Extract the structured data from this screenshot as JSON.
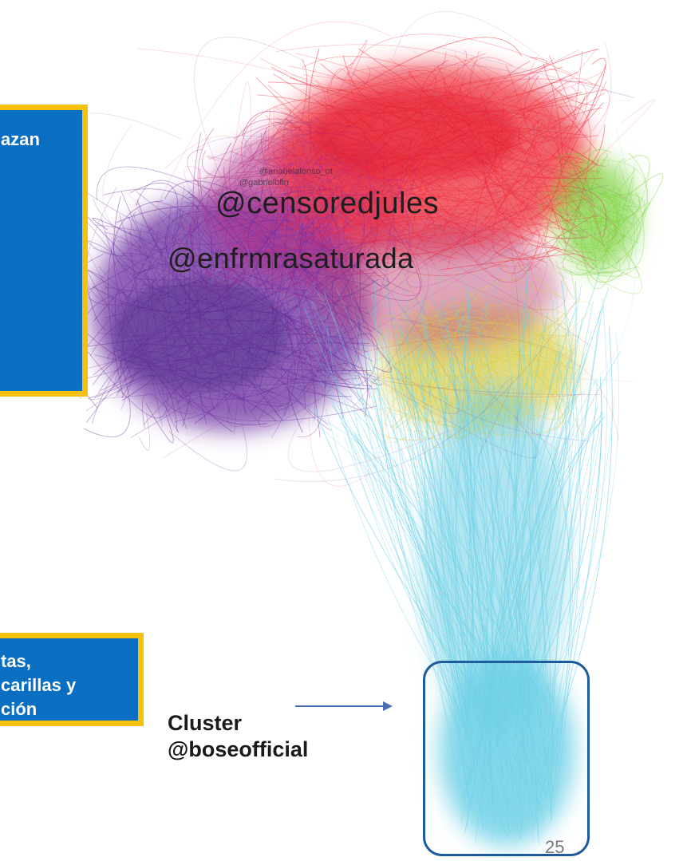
{
  "callouts": {
    "top": {
      "text": "azan",
      "background": "#0a6fc2",
      "border": "#f6c10a"
    },
    "bottom": {
      "lines": [
        "tas,",
        "carillas y",
        "ción"
      ],
      "background": "#0a6fc2",
      "border": "#f6c10a"
    }
  },
  "graph": {
    "handles": {
      "primary": "@censoredjules",
      "secondary": "@enfrmrasaturada"
    },
    "faint_handles": [
      "@anabelalonso_ot",
      "@gabrielofin"
    ],
    "cluster_colors": {
      "purple": "#6a2c9e",
      "magenta": "#b0308a",
      "red": "#ee2b3b",
      "green": "#7bd13a",
      "yellow": "#d9cf45",
      "cyan": "#6fd0e6"
    }
  },
  "cluster": {
    "label_line1": "Cluster",
    "label_line2": "@boseofficial",
    "box_color": "#1f5c9c",
    "arrow_color": "#4a6fb3"
  },
  "slide_number": "25"
}
